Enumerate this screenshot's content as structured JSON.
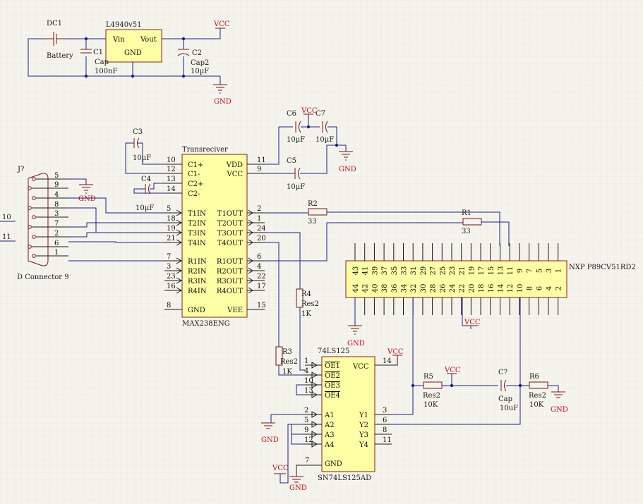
{
  "power": {
    "vcc": "VCC",
    "gnd": "GND"
  },
  "dc1": {
    "ref": "DC1",
    "value": "Battery"
  },
  "reg": {
    "ref": "L4940v51",
    "vin": "Vin",
    "vout": "Vout",
    "gnd": "GND"
  },
  "caps": {
    "c1": {
      "ref": "C1",
      "type": "Cap",
      "value": "100nF"
    },
    "c2": {
      "ref": "C2",
      "type": "Cap2",
      "value": "10µF"
    },
    "c3": {
      "ref": "C3",
      "value": "10µF"
    },
    "c4": {
      "ref": "C4",
      "value": "10µF"
    },
    "c5": {
      "ref": "C5",
      "value": "10µF"
    },
    "c6": {
      "ref": "C6",
      "value": "10µF"
    },
    "c7": {
      "ref": "C7",
      "value": "10µF"
    },
    "cq": {
      "ref": "C?",
      "type": "Cap",
      "value": "10uF"
    }
  },
  "max": {
    "title": "Transreciver",
    "part": "MAX238ENG",
    "left": [
      {
        "num": "10",
        "label": "C1+"
      },
      {
        "num": "12",
        "label": "C1-"
      },
      {
        "num": "13",
        "label": "C2+"
      },
      {
        "num": "14",
        "label": "C2-"
      },
      {
        "num": "5",
        "label": "T1IN"
      },
      {
        "num": "18",
        "label": "T2IN"
      },
      {
        "num": "19",
        "label": "T3IN"
      },
      {
        "num": "21",
        "label": "T4IN"
      },
      {
        "num": "7",
        "label": "R1IN"
      },
      {
        "num": "3",
        "label": "R2IN"
      },
      {
        "num": "23",
        "label": "R3IN"
      },
      {
        "num": "16",
        "label": "R4IN"
      },
      {
        "num": "8",
        "label": "GND"
      }
    ],
    "right": [
      {
        "num": "11",
        "label": "VDD"
      },
      {
        "num": "9",
        "label": "VCC"
      },
      {
        "num": "2",
        "label": "T1OUT"
      },
      {
        "num": "1",
        "label": "T2OUT"
      },
      {
        "num": "24",
        "label": "T3OUT"
      },
      {
        "num": "20",
        "label": "T4OUT"
      },
      {
        "num": "6",
        "label": "R1OUT"
      },
      {
        "num": "4",
        "label": "R2OUT"
      },
      {
        "num": "22",
        "label": "R3OUT"
      },
      {
        "num": "17",
        "label": "R4OUT"
      },
      {
        "num": "15",
        "label": "VEE"
      }
    ]
  },
  "dconn": {
    "ref": "J?",
    "part": "D Connector 9",
    "pins": [
      "5",
      "9",
      "4",
      "8",
      "3",
      "7",
      "2",
      "6",
      "1"
    ],
    "net10": "10",
    "net11": "11"
  },
  "res": {
    "r1": {
      "ref": "R1",
      "value": "33"
    },
    "r2": {
      "ref": "R2",
      "value": "33"
    },
    "r3": {
      "ref": "R3",
      "type": "Res2",
      "value": "1K"
    },
    "r4": {
      "ref": "R4",
      "type": "Res2",
      "value": "1K"
    },
    "r5": {
      "ref": "R5",
      "type": "Res2",
      "value": "10K"
    },
    "r6": {
      "ref": "R6",
      "type": "Res2",
      "value": "10K"
    }
  },
  "nxp": {
    "part": "NXP P89CV51RD2",
    "top": [
      "43",
      "41",
      "39",
      "37",
      "35",
      "33",
      "31",
      "29",
      "27",
      "25",
      "23",
      "21",
      "19",
      "17",
      "15",
      "13",
      "11",
      "9",
      "7",
      "5",
      "3",
      "1"
    ],
    "bottom": [
      "44",
      "42",
      "40",
      "38",
      "36",
      "34",
      "32",
      "30",
      "28",
      "26",
      "24",
      "22",
      "20",
      "18",
      "16",
      "14",
      "12",
      "10",
      "8",
      "6",
      "4",
      "2"
    ]
  },
  "ls": {
    "title": "74LS125",
    "part": "SN74LS125AD",
    "vcc": "VCC",
    "gnd": "GND",
    "oe": [
      {
        "num": "1",
        "label": "OE1"
      },
      {
        "num": "4",
        "label": "OE2"
      },
      {
        "num": "10",
        "label": "OE3"
      },
      {
        "num": "13",
        "label": "OE4"
      }
    ],
    "a": [
      {
        "num": "2",
        "label": "A1"
      },
      {
        "num": "5",
        "label": "A2"
      },
      {
        "num": "9",
        "label": "A3"
      },
      {
        "num": "12",
        "label": "A4"
      }
    ],
    "y": [
      {
        "num": "3",
        "label": "Y1"
      },
      {
        "num": "6",
        "label": "Y2"
      },
      {
        "num": "8",
        "label": "Y3"
      },
      {
        "num": "11",
        "label": "Y4"
      }
    ],
    "vccpin": "14",
    "gndpin": "7"
  }
}
